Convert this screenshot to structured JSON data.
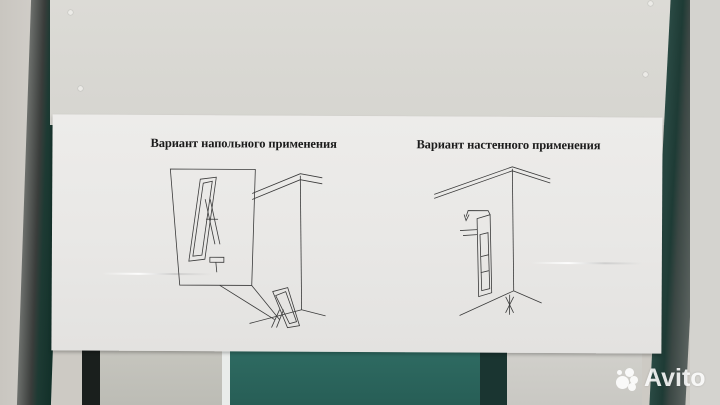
{
  "sign": {
    "left_title": "Вариант напольного применения",
    "right_title": "Вариант настенного применения"
  },
  "illustrations": {
    "left": "floor-standing-mirror-diagram",
    "right": "wall-mounted-mirror-diagram"
  },
  "watermark": {
    "label": "Avito"
  },
  "colors": {
    "sheet": "#eae9e7",
    "teal_panel": "#2c675f",
    "rail": "#1e3b35",
    "wall": "#d6d5d0"
  }
}
